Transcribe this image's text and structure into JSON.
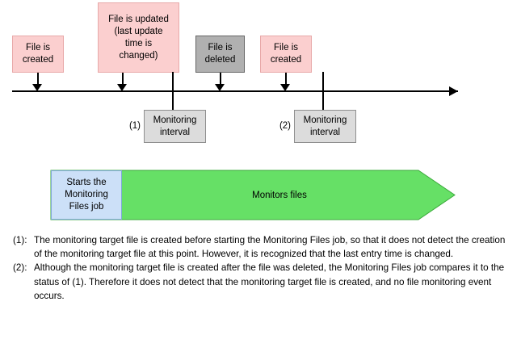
{
  "diagram": {
    "title_present": false,
    "timeline": {
      "axis_label": "time-axis",
      "events": [
        {
          "id": "file-created-1",
          "label": "File is\ncreated",
          "style": "pink"
        },
        {
          "id": "file-updated",
          "label": "File is updated\n(last update\ntime is\nchanged)",
          "style": "pink"
        },
        {
          "id": "file-deleted",
          "label": "File is\ndeleted",
          "style": "gray"
        },
        {
          "id": "file-created-2",
          "label": "File is\ncreated",
          "style": "pink"
        }
      ],
      "intervals": [
        {
          "ref": "(1)",
          "label": "Monitoring\ninterval"
        },
        {
          "ref": "(2)",
          "label": "Monitoring\ninterval"
        }
      ]
    },
    "banner": {
      "start_label": "Starts the\nMonitoring\nFiles job",
      "body_label": "Monitors files"
    },
    "notes": [
      {
        "tag": "(1):",
        "text": "The monitoring target file is created before starting the Monitoring Files job, so that it does not detect the creation of the monitoring target file at this point. However, it is recognized that the last entry time is changed."
      },
      {
        "tag": "(2):",
        "text": "Although the monitoring target file is created after the file was deleted, the Monitoring Files job compares it to the status of (1). Therefore it does not detect that the monitoring target file is created, and no file monitoring event occurs."
      }
    ]
  },
  "colors": {
    "event_pink_fill": "#fbcfcf",
    "event_pink_border": "#e8a9a9",
    "event_gray_fill": "#b0b0b0",
    "event_gray_border": "#666666",
    "interval_fill": "#dcdcdc",
    "interval_border": "#8f8f8f",
    "banner_start_fill": "#cce0f8",
    "banner_start_border": "#7fa8d8",
    "banner_body_fill": "#66e066",
    "banner_body_border": "#3aa83a",
    "line": "#000000",
    "background": "#ffffff"
  }
}
